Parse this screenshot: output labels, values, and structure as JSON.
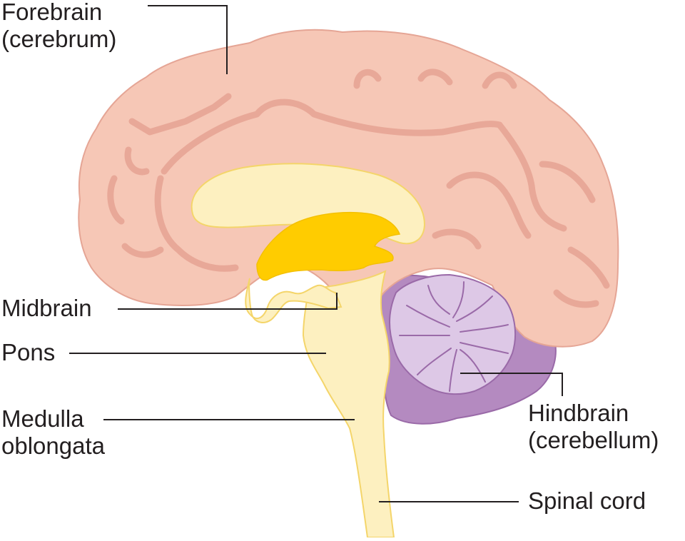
{
  "labels": {
    "forebrain_line1": "Forebrain",
    "forebrain_line2": "(cerebrum)",
    "midbrain": "Midbrain",
    "pons": "Pons",
    "medulla_line1": "Medulla",
    "medulla_line2": "oblongata",
    "hindbrain_line1": "Hindbrain",
    "hindbrain_line2": "(cerebellum)",
    "spinal_cord": "Spinal cord"
  },
  "colors": {
    "cerebrum_fill": "#f6c7b6",
    "cerebrum_stroke": "#e5a595",
    "cerebrum_sulcus": "#e8a898",
    "brainstem_fill": "#fdf0c0",
    "brainstem_stroke": "#f4d56a",
    "thalamus_fill": "#ffcc00",
    "cerebellum_outer": "#b48ac0",
    "cerebellum_inner": "#ddc8e6",
    "cerebellum_stroke": "#9a6aa8",
    "leader_line": "#231f20",
    "text": "#231f20"
  }
}
